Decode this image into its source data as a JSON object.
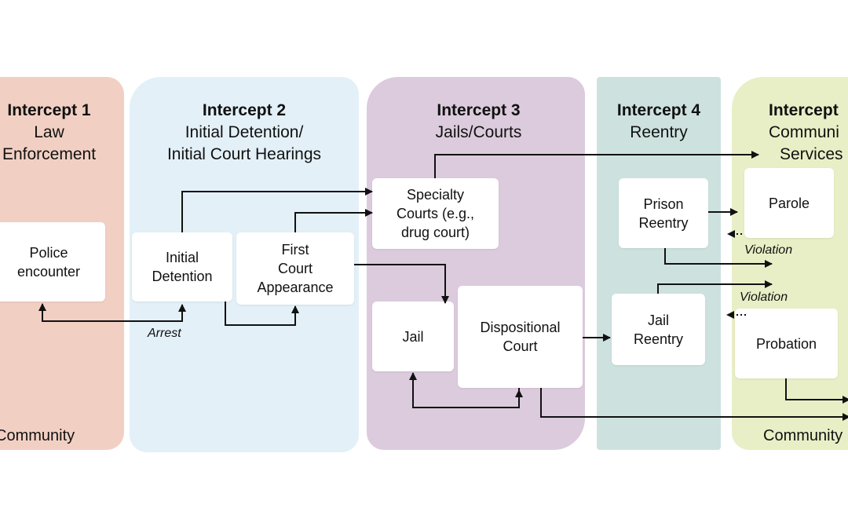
{
  "intercepts": [
    {
      "title": "Intercept 1",
      "subtitle_lines": [
        "Law",
        "Enforcement"
      ]
    },
    {
      "title": "Intercept 2",
      "subtitle_lines": [
        "Initial Detention/",
        "Initial Court Hearings"
      ]
    },
    {
      "title": "Intercept 3",
      "subtitle_lines": [
        "Jails/Courts"
      ]
    },
    {
      "title": "Intercept 4",
      "subtitle_lines": [
        "Reentry"
      ]
    },
    {
      "title": "Intercept",
      "subtitle_lines": [
        "Communi",
        "Services"
      ]
    }
  ],
  "boxes": {
    "police_encounter": [
      "Police",
      "encounter"
    ],
    "initial_detention": [
      "Initial",
      "Detention"
    ],
    "first_court_appearance": [
      "First",
      "Court",
      "Appearance"
    ],
    "specialty_courts": [
      "Specialty",
      "Courts (e.g.,",
      "drug court)"
    ],
    "jail": [
      "Jail"
    ],
    "dispositional_court": [
      "Dispositional",
      "Court"
    ],
    "prison_reentry": [
      "Prison",
      "Reentry"
    ],
    "jail_reentry": [
      "Jail",
      "Reentry"
    ],
    "parole": [
      "Parole"
    ],
    "probation": [
      "Probation"
    ]
  },
  "labels": {
    "arrest": "Arrest",
    "violation_parole": "Violation",
    "violation_probation": "Violation",
    "community_left": "Community",
    "community_right": "Community"
  }
}
